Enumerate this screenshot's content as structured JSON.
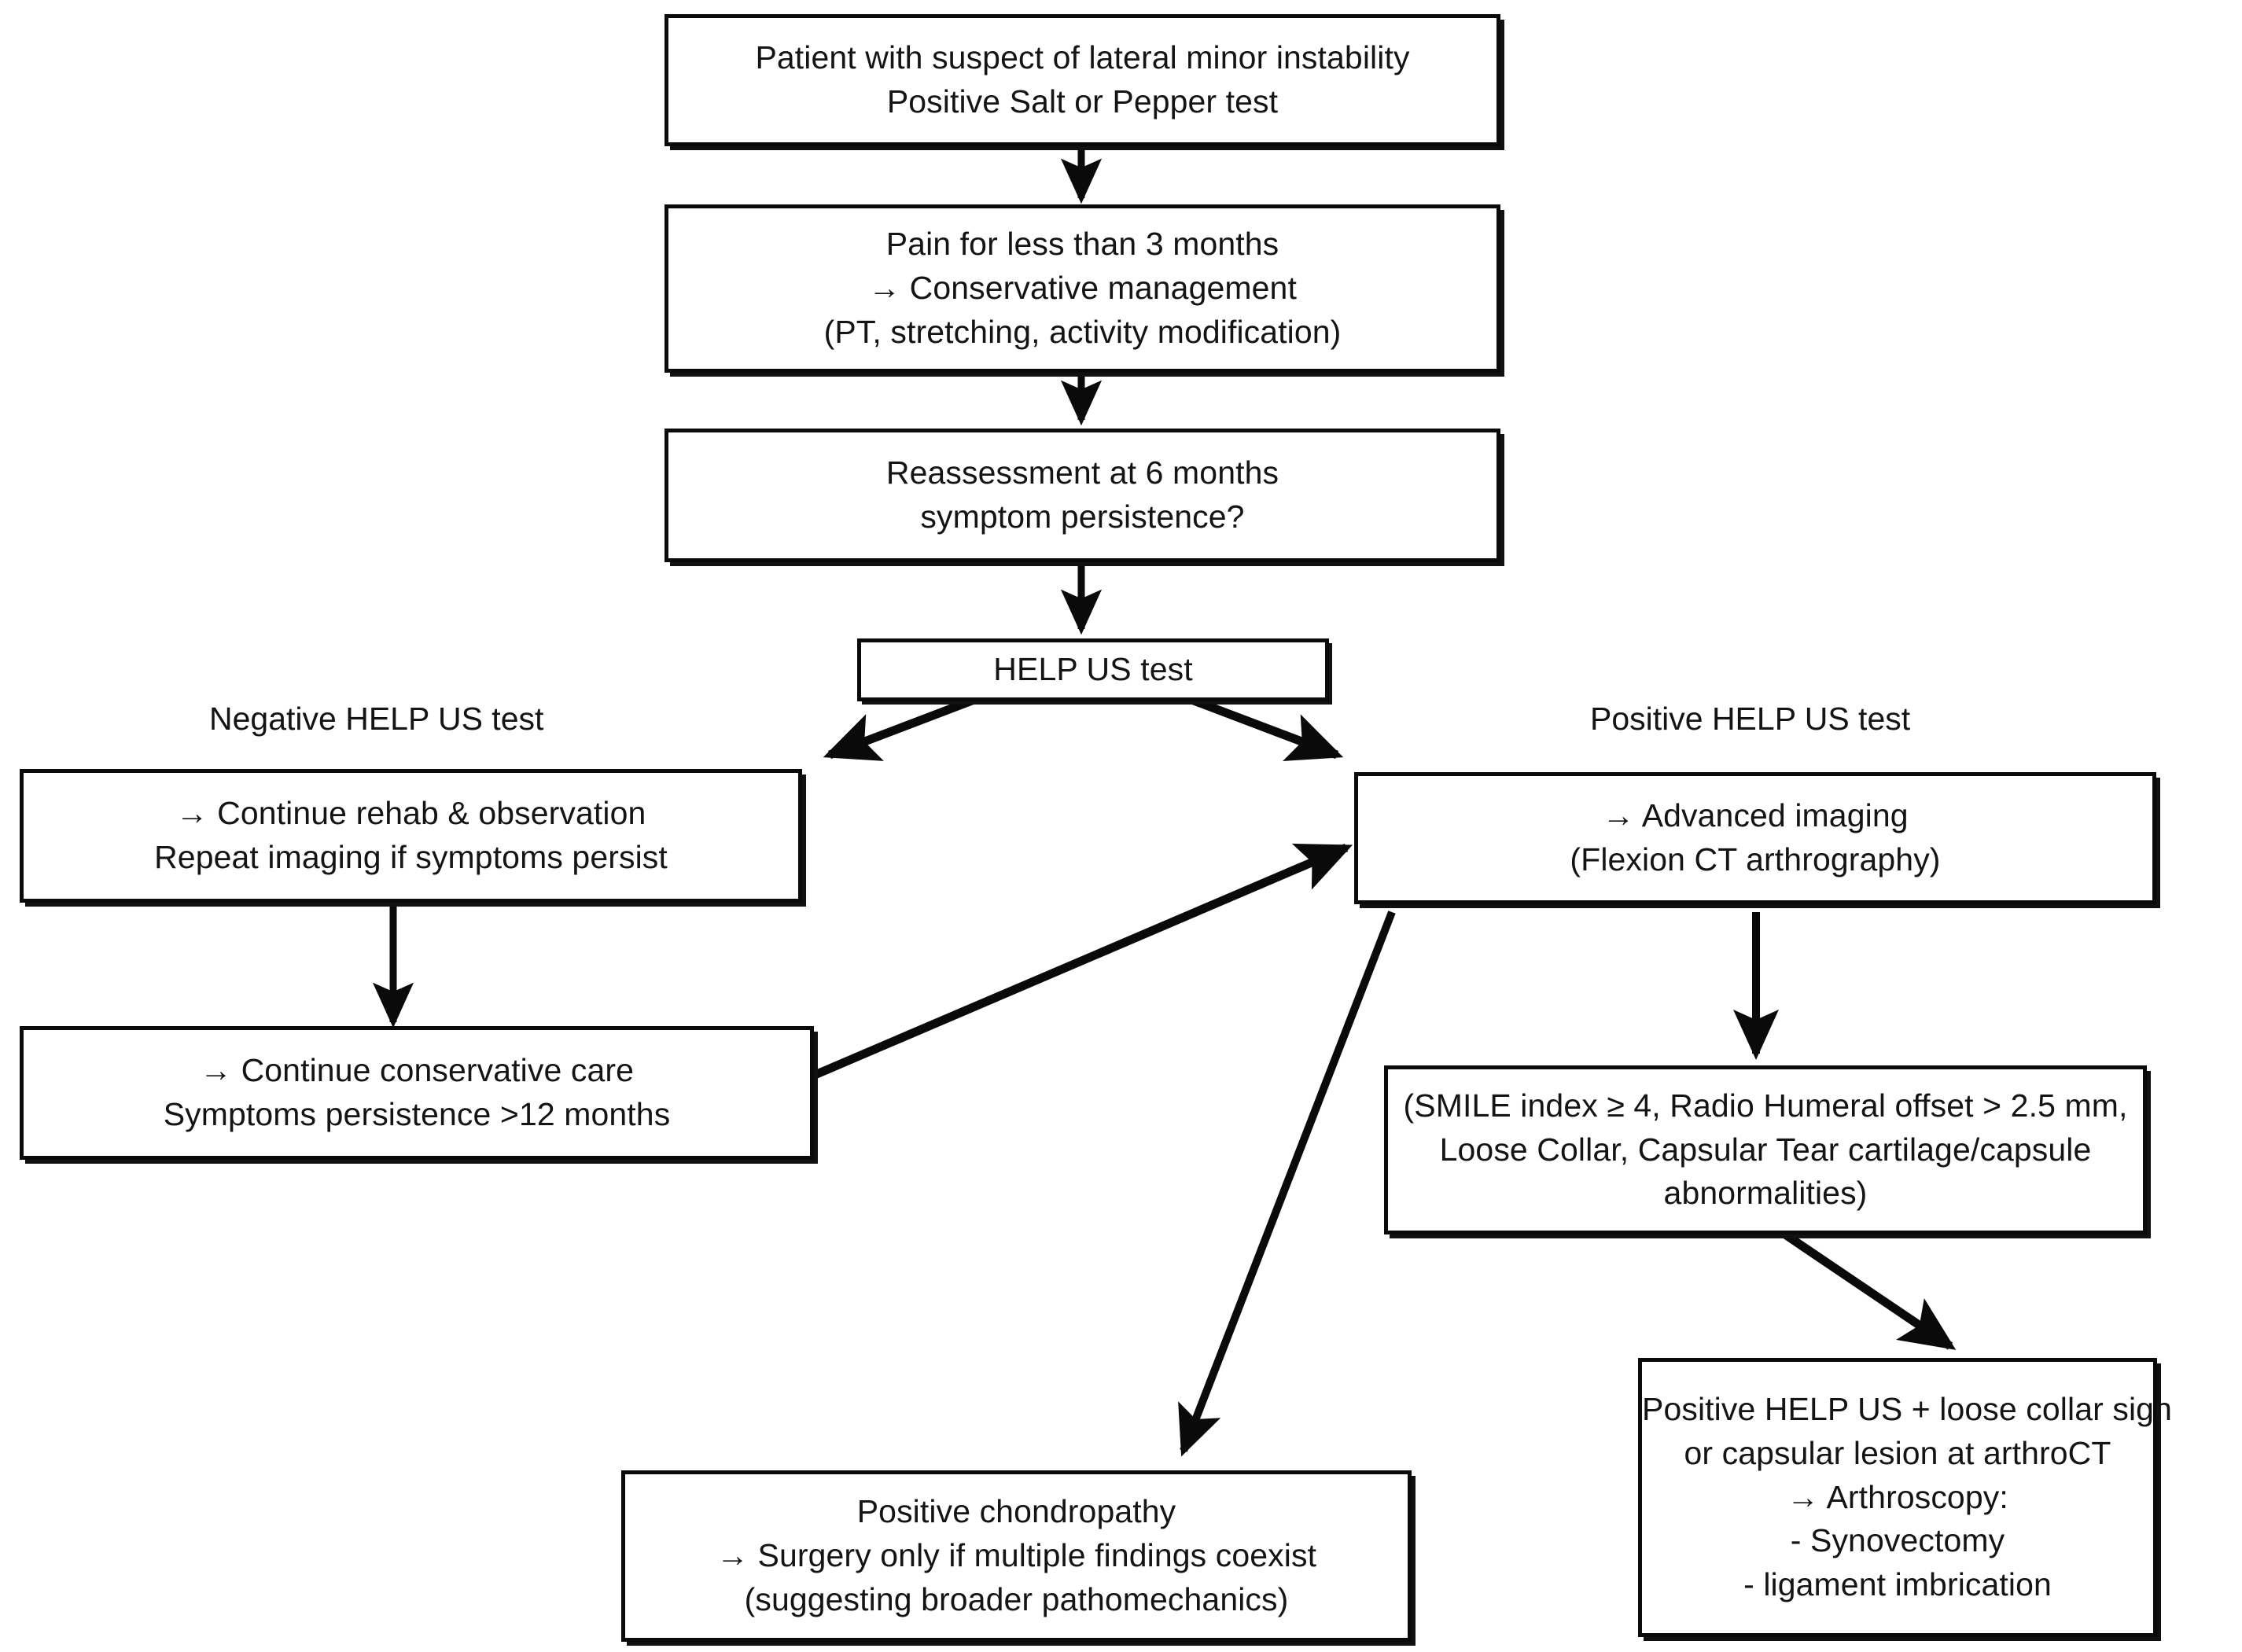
{
  "diagram": {
    "title": "Clinical decision flowchart for suspected lateral minor elbow instability",
    "background_color": "#ffffff",
    "stroke_color": "#0a0a0a",
    "text_color": "#141414",
    "nodes": [
      {
        "id": "suspect",
        "name": "node-patient-suspect",
        "lines": [
          "Patient with suspect of lateral minor instability",
          "Positive Salt or Pepper test"
        ]
      },
      {
        "id": "pain3m",
        "name": "node-pain-less-than-3-months",
        "lines": [
          "Pain for less than 3 months",
          "→ Conservative management",
          "(PT, stretching, activity modification)"
        ]
      },
      {
        "id": "reassess",
        "name": "node-reassessment-6-months",
        "lines": [
          "Reassessment at 6 months",
          "symptom persistence?"
        ]
      },
      {
        "id": "helpus",
        "name": "node-help-us-test",
        "lines": [
          "HELP US test"
        ]
      },
      {
        "id": "rehab",
        "name": "node-continue-rehab-observation",
        "lines": [
          "→ Continue rehab & observation",
          "Repeat imaging if symptoms persist"
        ]
      },
      {
        "id": "conservative",
        "name": "node-continue-conservative-care",
        "lines": [
          "→ Continue conservative care",
          "Symptoms persistence >12 months"
        ]
      },
      {
        "id": "advimaging",
        "name": "node-advanced-imaging",
        "lines": [
          "→ Advanced imaging",
          "(Flexion CT arthrography)"
        ]
      },
      {
        "id": "smile",
        "name": "node-smile-index-criteria",
        "lines": [
          "(SMILE index ≥ 4, Radio Humeral offset > 2.5 mm, Loose Collar, Capsular Tear cartilage/capsule abnormalities)"
        ]
      },
      {
        "id": "chondro",
        "name": "node-positive-chondropathy",
        "lines": [
          "Positive chondropathy",
          "→ Surgery only if multiple findings coexist",
          "(suggesting broader pathomechanics)"
        ]
      },
      {
        "id": "arthroscopy",
        "name": "node-positive-help-us-arthroscopy",
        "lines": [
          "Positive HELP US + loose collar sign",
          "or capsular lesion at arthroCT",
          "→ Arthroscopy:",
          "- Synovectomy",
          "- ligament imbrication"
        ]
      }
    ],
    "branch_labels": [
      {
        "id": "neg",
        "name": "label-negative-help-us-test",
        "text": "Negative HELP US test"
      },
      {
        "id": "pos",
        "name": "label-positive-help-us-test",
        "text": "Positive HELP US test"
      }
    ],
    "edges": [
      {
        "id": "e1",
        "name": "edge-suspect-to-pain",
        "from": "suspect",
        "to": "pain3m",
        "style": "straight-down"
      },
      {
        "id": "e2",
        "name": "edge-pain-to-reassessment",
        "from": "pain3m",
        "to": "reassess",
        "style": "straight-down"
      },
      {
        "id": "e3",
        "name": "edge-reassessment-to-help-us",
        "from": "reassess",
        "to": "helpus",
        "style": "straight-down"
      },
      {
        "id": "e4",
        "name": "edge-help-us-to-rehab",
        "from": "helpus",
        "to": "rehab",
        "style": "diagonal-left"
      },
      {
        "id": "e5",
        "name": "edge-help-us-to-advanced-imaging",
        "from": "helpus",
        "to": "advimaging",
        "style": "diagonal-right"
      },
      {
        "id": "e6",
        "name": "edge-rehab-to-conservative",
        "from": "rehab",
        "to": "conservative",
        "style": "straight-down"
      },
      {
        "id": "e7",
        "name": "edge-conservative-to-advanced-imaging",
        "from": "conservative",
        "to": "advimaging",
        "style": "diagonal-up-right"
      },
      {
        "id": "e8",
        "name": "edge-advanced-imaging-to-smile",
        "from": "advimaging",
        "to": "smile",
        "style": "straight-down"
      },
      {
        "id": "e9",
        "name": "edge-advanced-imaging-to-chondropathy",
        "from": "advimaging",
        "to": "chondro",
        "style": "diagonal-down-left"
      },
      {
        "id": "e10",
        "name": "edge-smile-to-arthroscopy",
        "from": "smile",
        "to": "arthroscopy",
        "style": "diagonal-down-right"
      }
    ]
  }
}
